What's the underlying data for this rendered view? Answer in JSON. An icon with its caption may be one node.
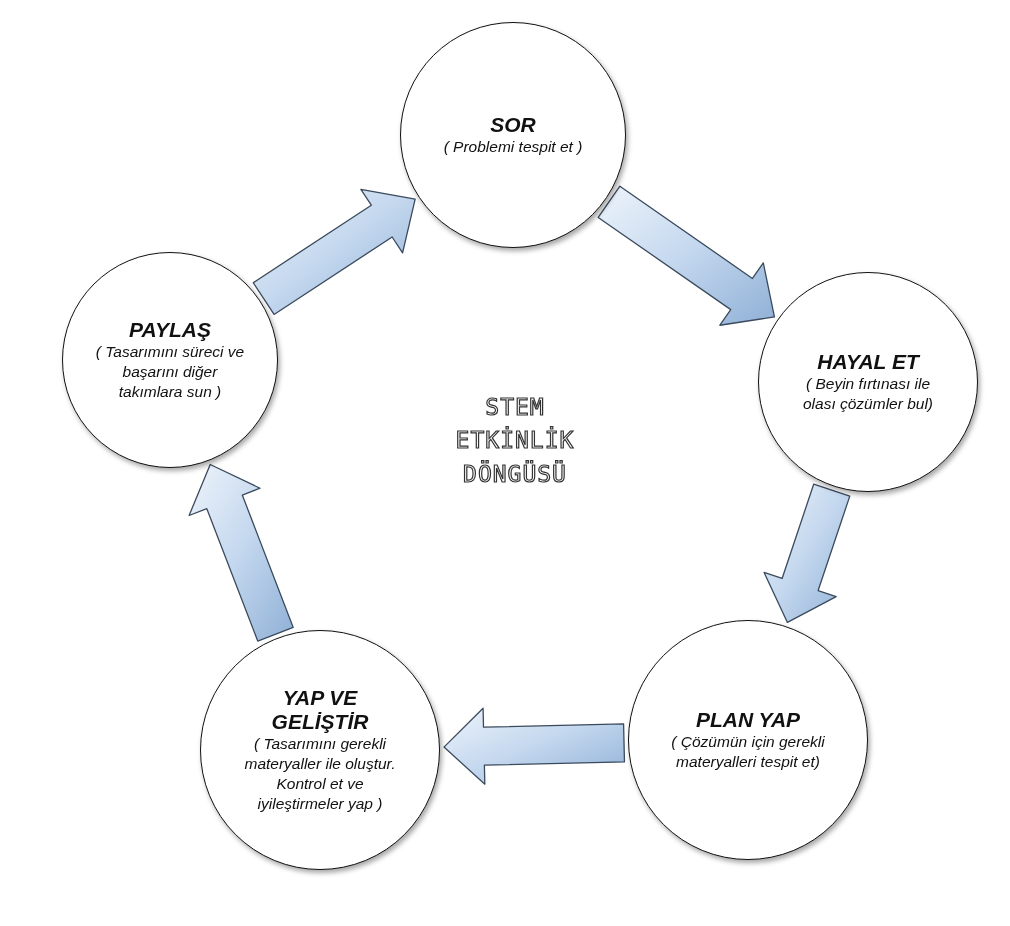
{
  "diagram": {
    "nodes": [
      {
        "text": [
          "SOR",
          "( Problemi tespit et )"
        ]
      },
      {
        "text": [
          "HAYAL ET",
          "( Beyin fırtınası ile olası çözümler bul)"
        ]
      },
      {
        "text": [
          "PLAN YAP",
          "( Çözümün için gerekli materyalleri tespit et)"
        ]
      },
      {
        "text": [
          "YAP VE GELİŞTİR",
          "( Tasarımını gerekli materyaller ile oluştur. Kontrol et ve iyileştirmeler yap )"
        ]
      },
      {
        "text": [
          "PAYLAŞ",
          "( Tasarımını süreci ve başarını diğer takımlara sun )"
        ]
      }
    ],
    "edges": [
      {
        "from": 0,
        "to": 1,
        "arrow": "to"
      },
      {
        "from": 1,
        "to": 2,
        "arrow": "to"
      },
      {
        "from": 2,
        "to": 3,
        "arrow": "to"
      },
      {
        "from": 3,
        "to": 4,
        "arrow": "to"
      },
      {
        "from": 4,
        "to": 0,
        "arrow": "to"
      }
    ],
    "labels": [
      "STEM ETKİNLİK DÖNGÜSÜ"
    ]
  }
}
